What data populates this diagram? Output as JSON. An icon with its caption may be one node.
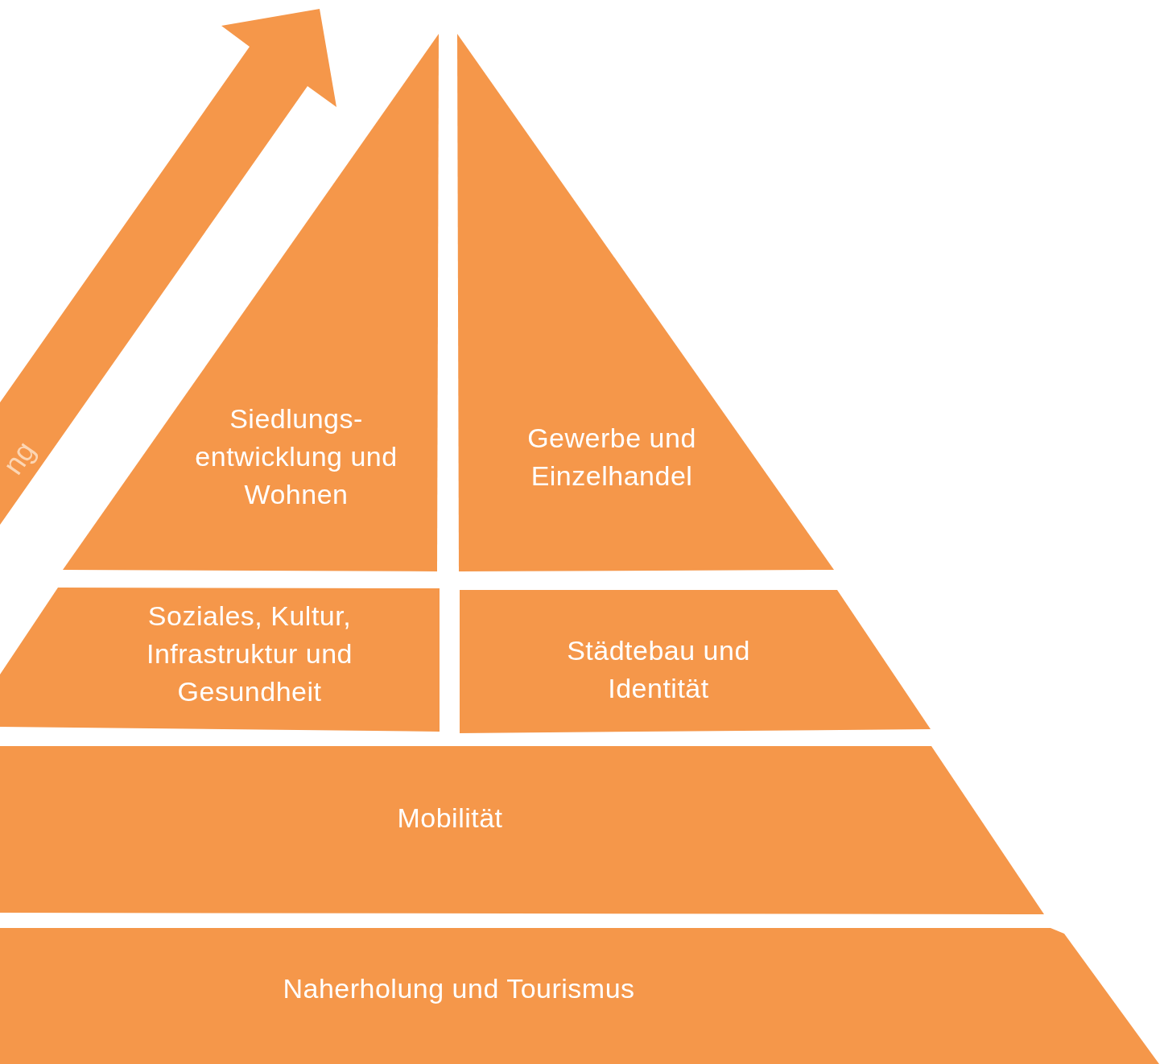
{
  "diagram": {
    "nodes": [
      {
        "text": [
          "Siedlungs- entwicklung und Wohnen"
        ]
      },
      {
        "text": [
          "Gewerbe und Einzelhandel"
        ]
      },
      {
        "text": [
          "Soziales, Kultur, Infrastruktur und Gesundheit"
        ]
      },
      {
        "text": [
          "Städtebau und Identität"
        ]
      },
      {
        "text": [
          "Mobilität"
        ]
      },
      {
        "text": [
          "Naherholung und Tourismus"
        ]
      }
    ],
    "labels": [
      "ng"
    ]
  }
}
